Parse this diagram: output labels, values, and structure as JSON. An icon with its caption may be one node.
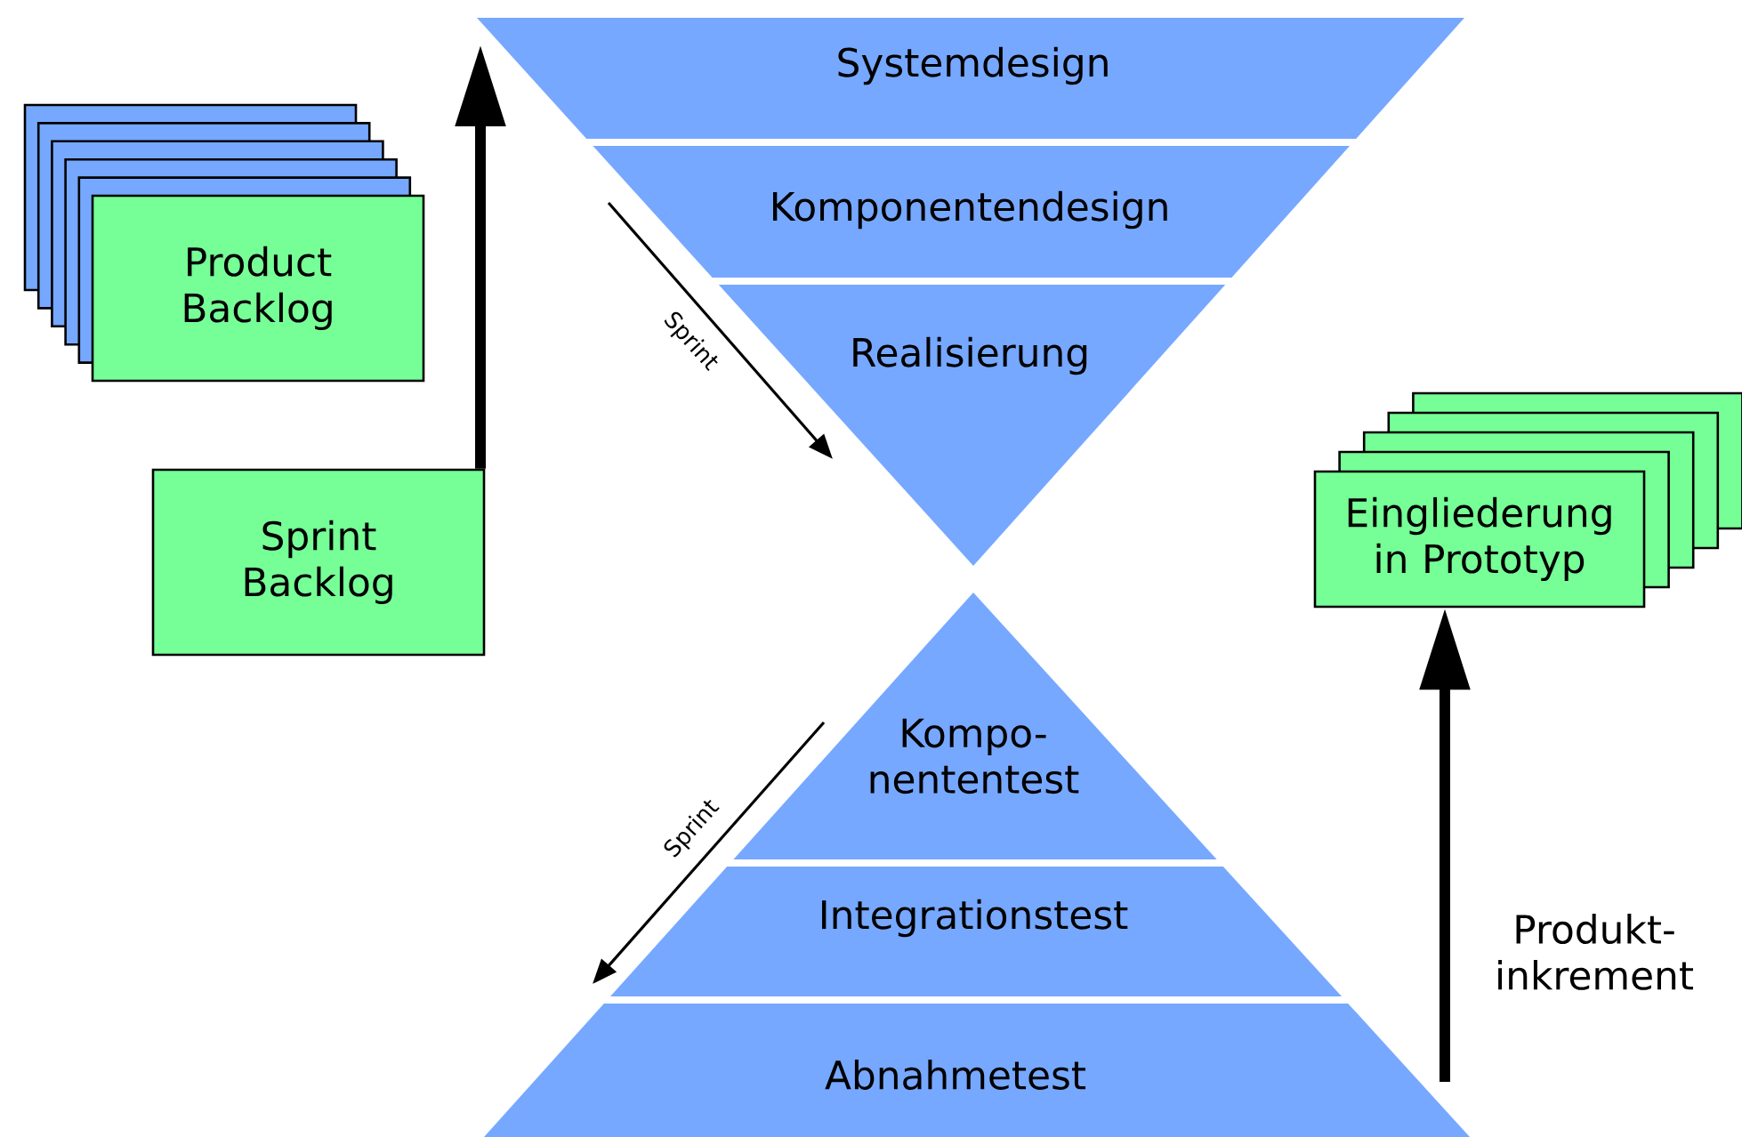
{
  "diagram": {
    "nodes": [
      {
        "text": [
          "Product Backlog"
        ]
      },
      {
        "text": [
          "Sprint Backlog"
        ]
      },
      {
        "text": [
          "Systemdesign"
        ]
      },
      {
        "text": [
          "Komponentendesign"
        ]
      },
      {
        "text": [
          "Realisierung"
        ]
      },
      {
        "text": [
          "Kompo- nententest"
        ]
      },
      {
        "text": [
          "Integrationstest"
        ]
      },
      {
        "text": [
          "Abnahmetest"
        ]
      },
      {
        "text": [
          "Eingliederung in Prototyp"
        ]
      }
    ],
    "edges": [
      {
        "from": 1,
        "to": 2,
        "arrow": "to"
      },
      {
        "from": 7,
        "to": 8,
        "arrow": "to",
        "label": "Produkt- inkrement"
      }
    ],
    "labels": [
      "Sprint",
      "Sprint"
    ]
  }
}
